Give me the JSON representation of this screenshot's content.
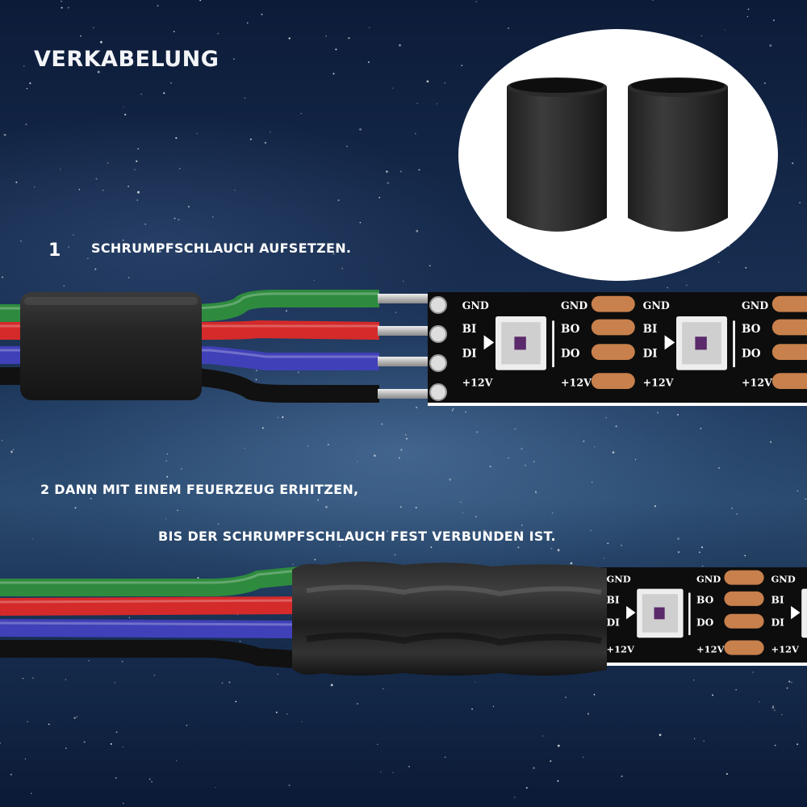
{
  "title": "VERKABELUNG",
  "step1": {
    "number": "1",
    "text": "SCHRUMPFSCHLAUCH AUFSETZEN."
  },
  "step2": {
    "line1": "2 DANN MIT EINEM FEUERZEUG ERHITZEN,",
    "line2": "BIS DER SCHRUMPFSCHLAUCH FEST VERBUNDEN IST."
  },
  "pcb_labels": {
    "gnd": "GND",
    "bi": "BI",
    "di": "DI",
    "bo": "BO",
    "do": "DO",
    "v12": "+12V"
  },
  "colors": {
    "wire_green": "#2e8b3e",
    "wire_red": "#d42a2a",
    "wire_blue": "#4040b8",
    "wire_black": "#111111",
    "tube": "#1c1c1c",
    "copper_pad": "#c8804c",
    "pcb": "#0d0d0d"
  }
}
